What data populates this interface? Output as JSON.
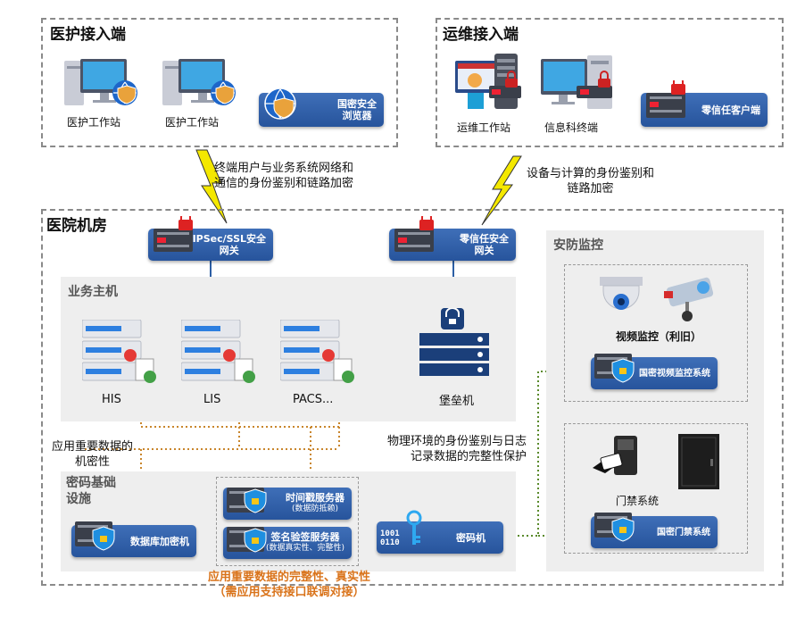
{
  "sections": {
    "medical_access": "医护接入端",
    "ops_access": "运维接入端",
    "hospital_room": "医院机房",
    "business_hosts": "业务主机",
    "security_monitor": "安防监控",
    "crypto_infra_line1": "密码基础",
    "crypto_infra_line2": "设施"
  },
  "medical_access": {
    "workstation_1": "医护工作站",
    "workstation_2": "医护工作站",
    "browser_line1": "国密安全",
    "browser_line2": "浏览器"
  },
  "ops_access": {
    "ops_workstation": "运维工作站",
    "it_terminal": "信息科终端",
    "zero_trust_client": "零信任客户端"
  },
  "notes": {
    "left_link_line1": "终端用户与业务系统网络和",
    "left_link_line2": "通信的身份鉴别和链路加密",
    "right_link_line1": "设备与计算的身份鉴别和",
    "right_link_line2": "链路加密",
    "confidentiality_line1": "应用重要数据的",
    "confidentiality_line2": "机密性",
    "physical_line1": "物理环境的身份鉴别与日志",
    "physical_line2": "记录数据的完整性保护",
    "integrity_line1": "应用重要数据的完整性、真实性",
    "integrity_line2": "（需应用支持接口联调对接）"
  },
  "gateways": {
    "ipsec_line1": "IPSec/SSL安全",
    "ipsec_line2": "网关",
    "zt_line1": "零信任安全",
    "zt_line2": "网关"
  },
  "hosts": {
    "his": "HIS",
    "lis": "LIS",
    "pacs": "PACS...",
    "bastion": "堡垒机"
  },
  "crypto": {
    "db_encryptor": "数据库加密机",
    "timestamp_server": "时间戳服务器",
    "timestamp_sub": "(数据防抵赖)",
    "sign_server": "签名验签服务器",
    "sign_sub": "(数据真实性、完整性)",
    "crypto_machine": "密码机"
  },
  "security": {
    "video": "视频监控",
    "video_reuse": "（利旧）",
    "video_system": "国密视频监控系统",
    "access_control": "门禁系统",
    "access_system": "国密门禁系统"
  },
  "colors": {
    "device_blue": "#2f5fa8",
    "orange_line": "#c9862c",
    "green_line": "#5a8a2c",
    "lightning": "#f2e600"
  }
}
